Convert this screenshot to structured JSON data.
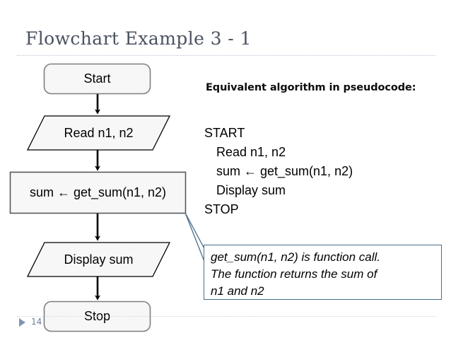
{
  "slide": {
    "title": "Flowchart Example 3 - 1",
    "page_number": "14",
    "footer_marker_icon": "triangle-right-icon",
    "accent_color": "#4a6d8c",
    "rule_color": "#b9c4d6",
    "title_color": "#4a5260",
    "node_fill": "#f7f7f7",
    "node_stroke": "#7f7f7f",
    "connector_color": "#000000"
  },
  "flowchart": {
    "nodes": [
      {
        "id": "start",
        "shape": "terminator",
        "label": "Start"
      },
      {
        "id": "read",
        "shape": "parallelogram",
        "label": "Read n1, n2"
      },
      {
        "id": "process",
        "shape": "rectangle",
        "label": "sum ← get_sum(n1, n2)"
      },
      {
        "id": "display",
        "shape": "parallelogram",
        "label": "Display sum"
      },
      {
        "id": "stop",
        "shape": "terminator",
        "label": "Stop"
      }
    ],
    "connectors": [
      {
        "from": "start",
        "to": "read",
        "arrow": "down"
      },
      {
        "from": "read",
        "to": "process",
        "arrow": "down"
      },
      {
        "from": "process",
        "to": "display",
        "arrow": "down"
      },
      {
        "from": "display",
        "to": "stop",
        "arrow": "down"
      }
    ],
    "leader_line": {
      "from": "process",
      "to": "callout",
      "color": "#4a6d8c"
    }
  },
  "pseudocode": {
    "heading": "Equivalent algorithm in pseudocode:",
    "lines": [
      {
        "text": "START",
        "indent": false
      },
      {
        "text": "Read n1, n2",
        "indent": true
      },
      {
        "text": "sum ← get_sum(n1, n2)",
        "indent": true
      },
      {
        "text": "Display sum",
        "indent": true
      },
      {
        "text": "STOP",
        "indent": false
      }
    ]
  },
  "callout": {
    "lines": [
      "get_sum(n1, n2) is function call.",
      "The function returns the sum of",
      "n1 and n2"
    ]
  }
}
